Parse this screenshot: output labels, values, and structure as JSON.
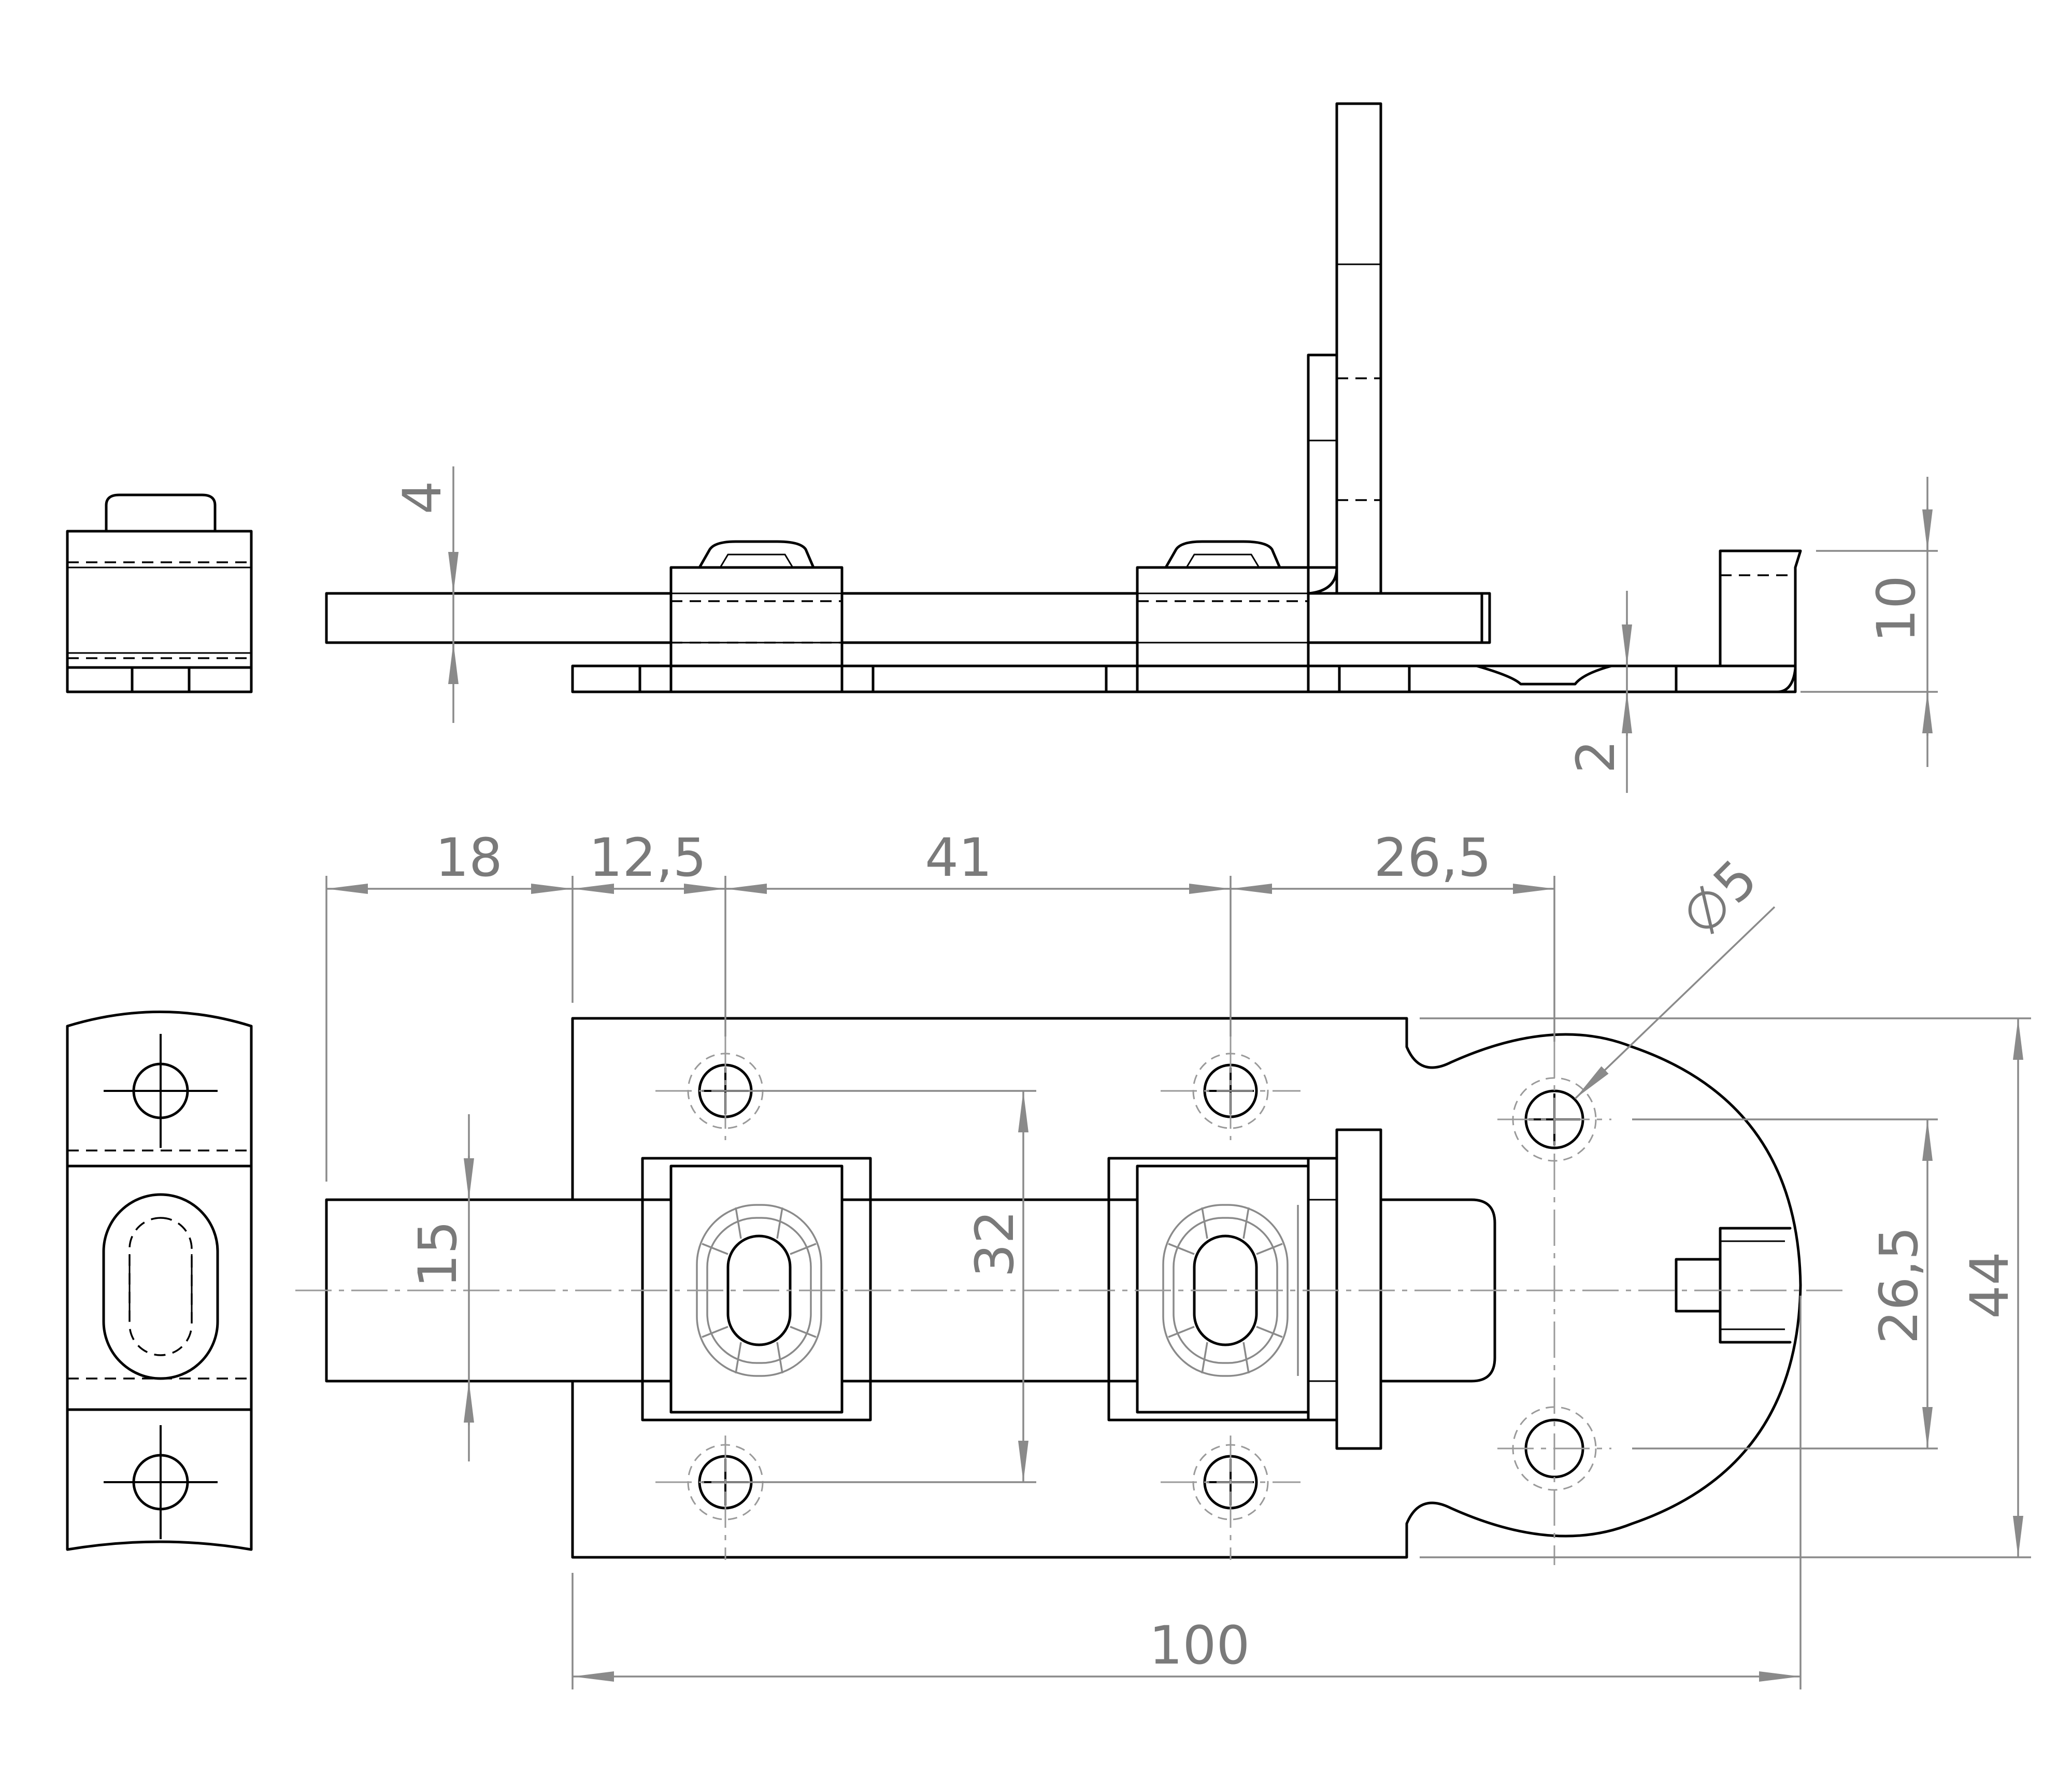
{
  "dimensions": {
    "d_side_4": "4",
    "d_side_10": "10",
    "d_side_2": "2",
    "d_top_18": "18",
    "d_top_12_5": "12,5",
    "d_top_41": "41",
    "d_top_26_5": "26,5",
    "d_diameter_5": "5",
    "d_bolt_15": "15",
    "d_holes_32": "32",
    "d_right_26_5": "26,5",
    "d_right_44": "44",
    "d_bottom_100": "100"
  },
  "symbols": {
    "diameter": "diameter-symbol"
  },
  "colors": {
    "outline": "#000000",
    "dimension": "#8a8a8a",
    "dim_text": "#7a7a7a"
  }
}
